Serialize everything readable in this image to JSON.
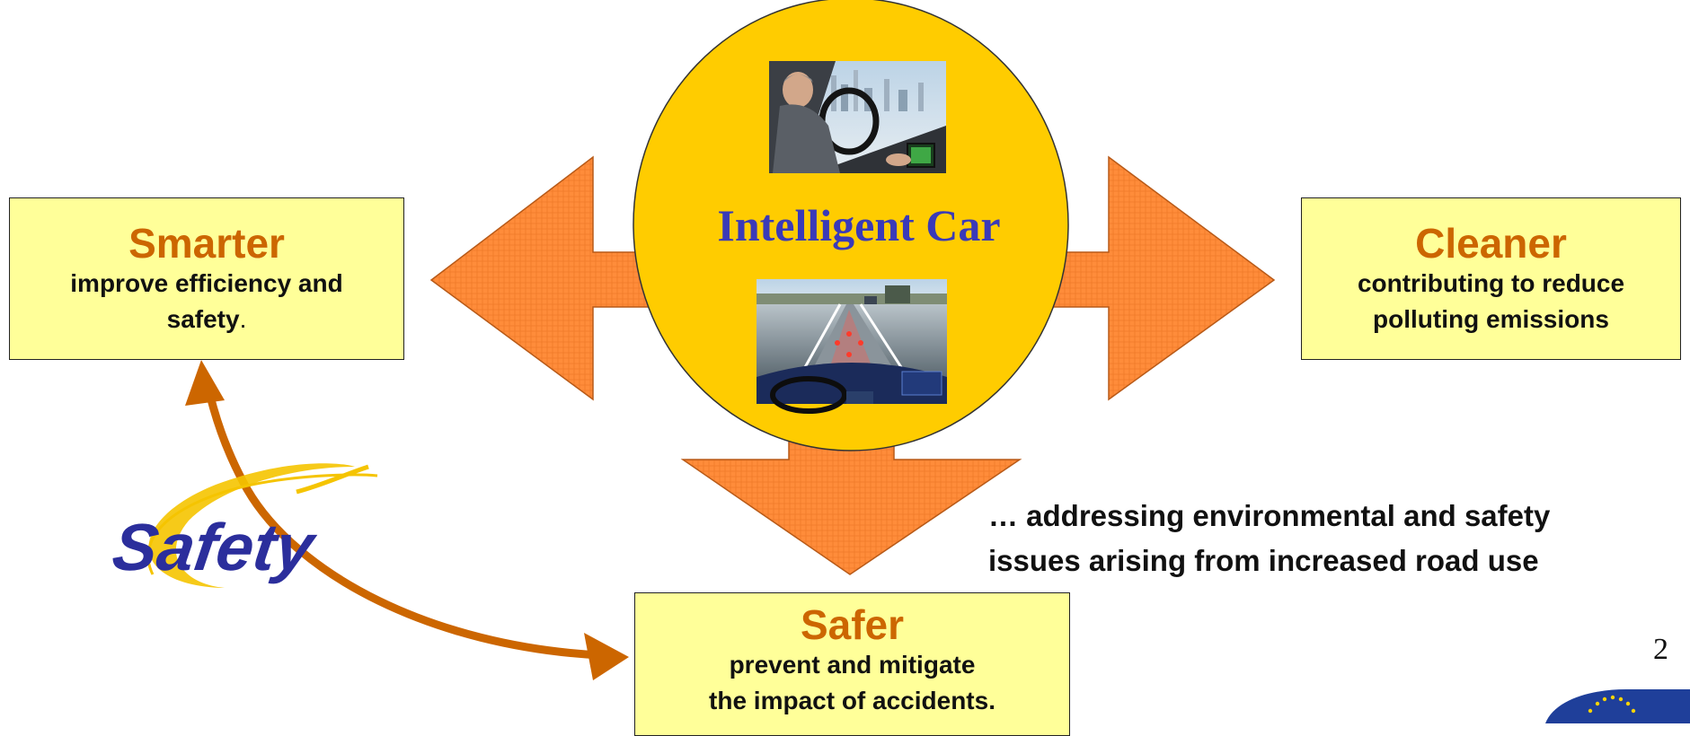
{
  "center": {
    "title": "Intelligent Car"
  },
  "smarter": {
    "title": "Smarter",
    "line1": "improve efficiency and",
    "line2a": "safety",
    "line2b": "."
  },
  "cleaner": {
    "title": "Cleaner",
    "line1": "contributing to reduce",
    "line2": "polluting emissions"
  },
  "safer": {
    "title": "Safer",
    "line1": "prevent and mitigate",
    "line2": "the impact of accidents."
  },
  "tagline": {
    "line1": "… addressing environmental and safety",
    "line2": "issues arising from increased road use"
  },
  "logo": {
    "text": "Safety"
  },
  "page_number": "2",
  "colors": {
    "arrow_fill": "#ff8c3a",
    "circle_fill": "#ffcc00",
    "box_fill": "#ffff99",
    "title_orange": "#cc6600",
    "link_arrow": "#cc6600",
    "center_title": "#3a3ab8",
    "logo_text": "#2b2e9c",
    "logo_swoosh": "#f5c400"
  }
}
